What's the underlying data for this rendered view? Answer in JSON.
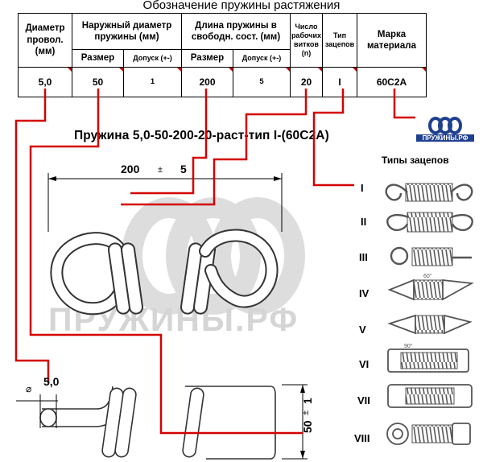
{
  "title": "Обозначение пружины растяжения",
  "table": {
    "header_row1": [
      "Диаметр провол. (мм)",
      "Наружный диаметр пружины (мм)",
      "Длина пружины в свободн. сост. (мм)",
      "Число рабочих витков (n)",
      "Тип зацепов",
      "Марка материала"
    ],
    "header_row2": [
      "Размер",
      "Допуск (+-)",
      "Размер",
      "Допуск (+-)"
    ],
    "values": [
      "5,0",
      "50",
      "1",
      "200",
      "5",
      "20",
      "I",
      "60С2А"
    ]
  },
  "spring_designation": "Пружина 5,0-50-200-20-раст-тип I-(60С2А)",
  "logo_text": "ПРУЖИНЫ.РФ",
  "watermark_text": "ПРУЖИНЫ.РФ",
  "hook_types_title": "Типы зацепов",
  "hook_types": [
    "I",
    "II",
    "III",
    "IV",
    "V",
    "VI",
    "VII",
    "VIII"
  ],
  "drawing": {
    "length": "200",
    "length_tol_sign": "±",
    "length_tol": "5",
    "wire_diam_symbol": "⌀",
    "wire_diam": "5,0",
    "outer_diam": "50",
    "outer_diam_tol_sign": "±",
    "outer_diam_tol": "1"
  },
  "colors": {
    "leader": "#d40000",
    "table_border": "#000000",
    "logo_blue": "#1f3f8f"
  }
}
